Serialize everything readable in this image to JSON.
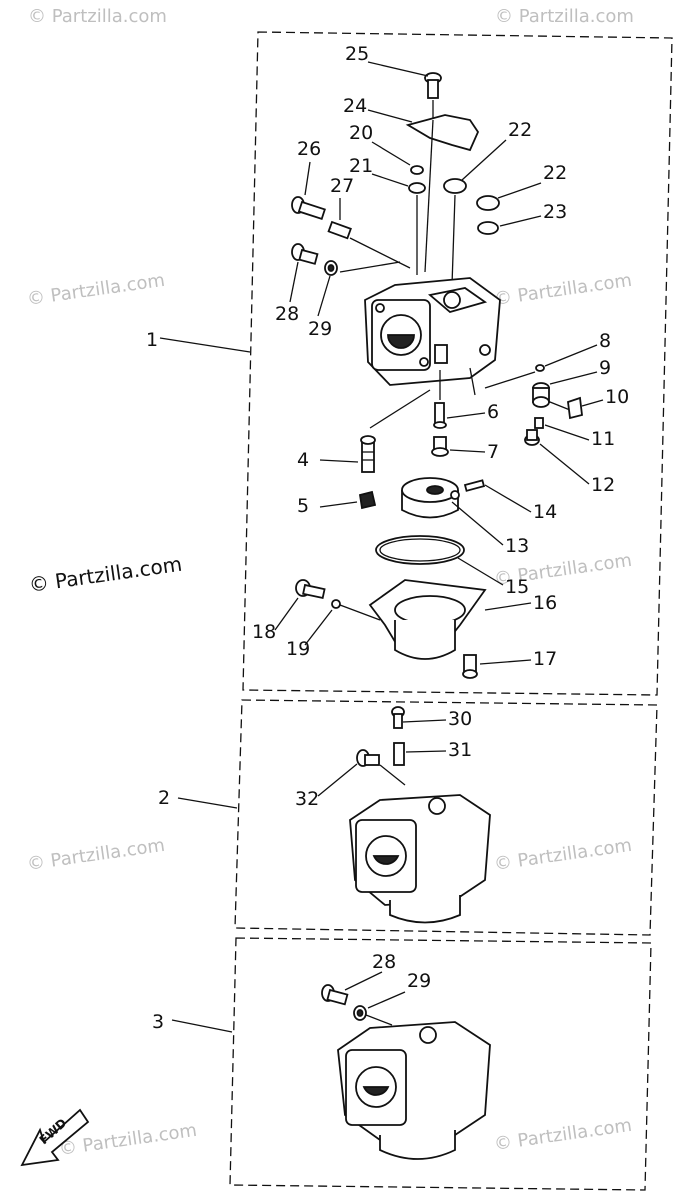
{
  "watermark": "© Partzilla.com",
  "group_labels": [
    "1",
    "2",
    "3"
  ],
  "part_labels": [
    "4",
    "5",
    "6",
    "7",
    "8",
    "9",
    "10",
    "11",
    "12",
    "13",
    "14",
    "15",
    "16",
    "17",
    "18",
    "19",
    "20",
    "21",
    "22",
    "22",
    "23",
    "24",
    "25",
    "26",
    "27",
    "28",
    "29",
    "30",
    "31",
    "32",
    "28",
    "29"
  ],
  "fwd_label": "FWD"
}
